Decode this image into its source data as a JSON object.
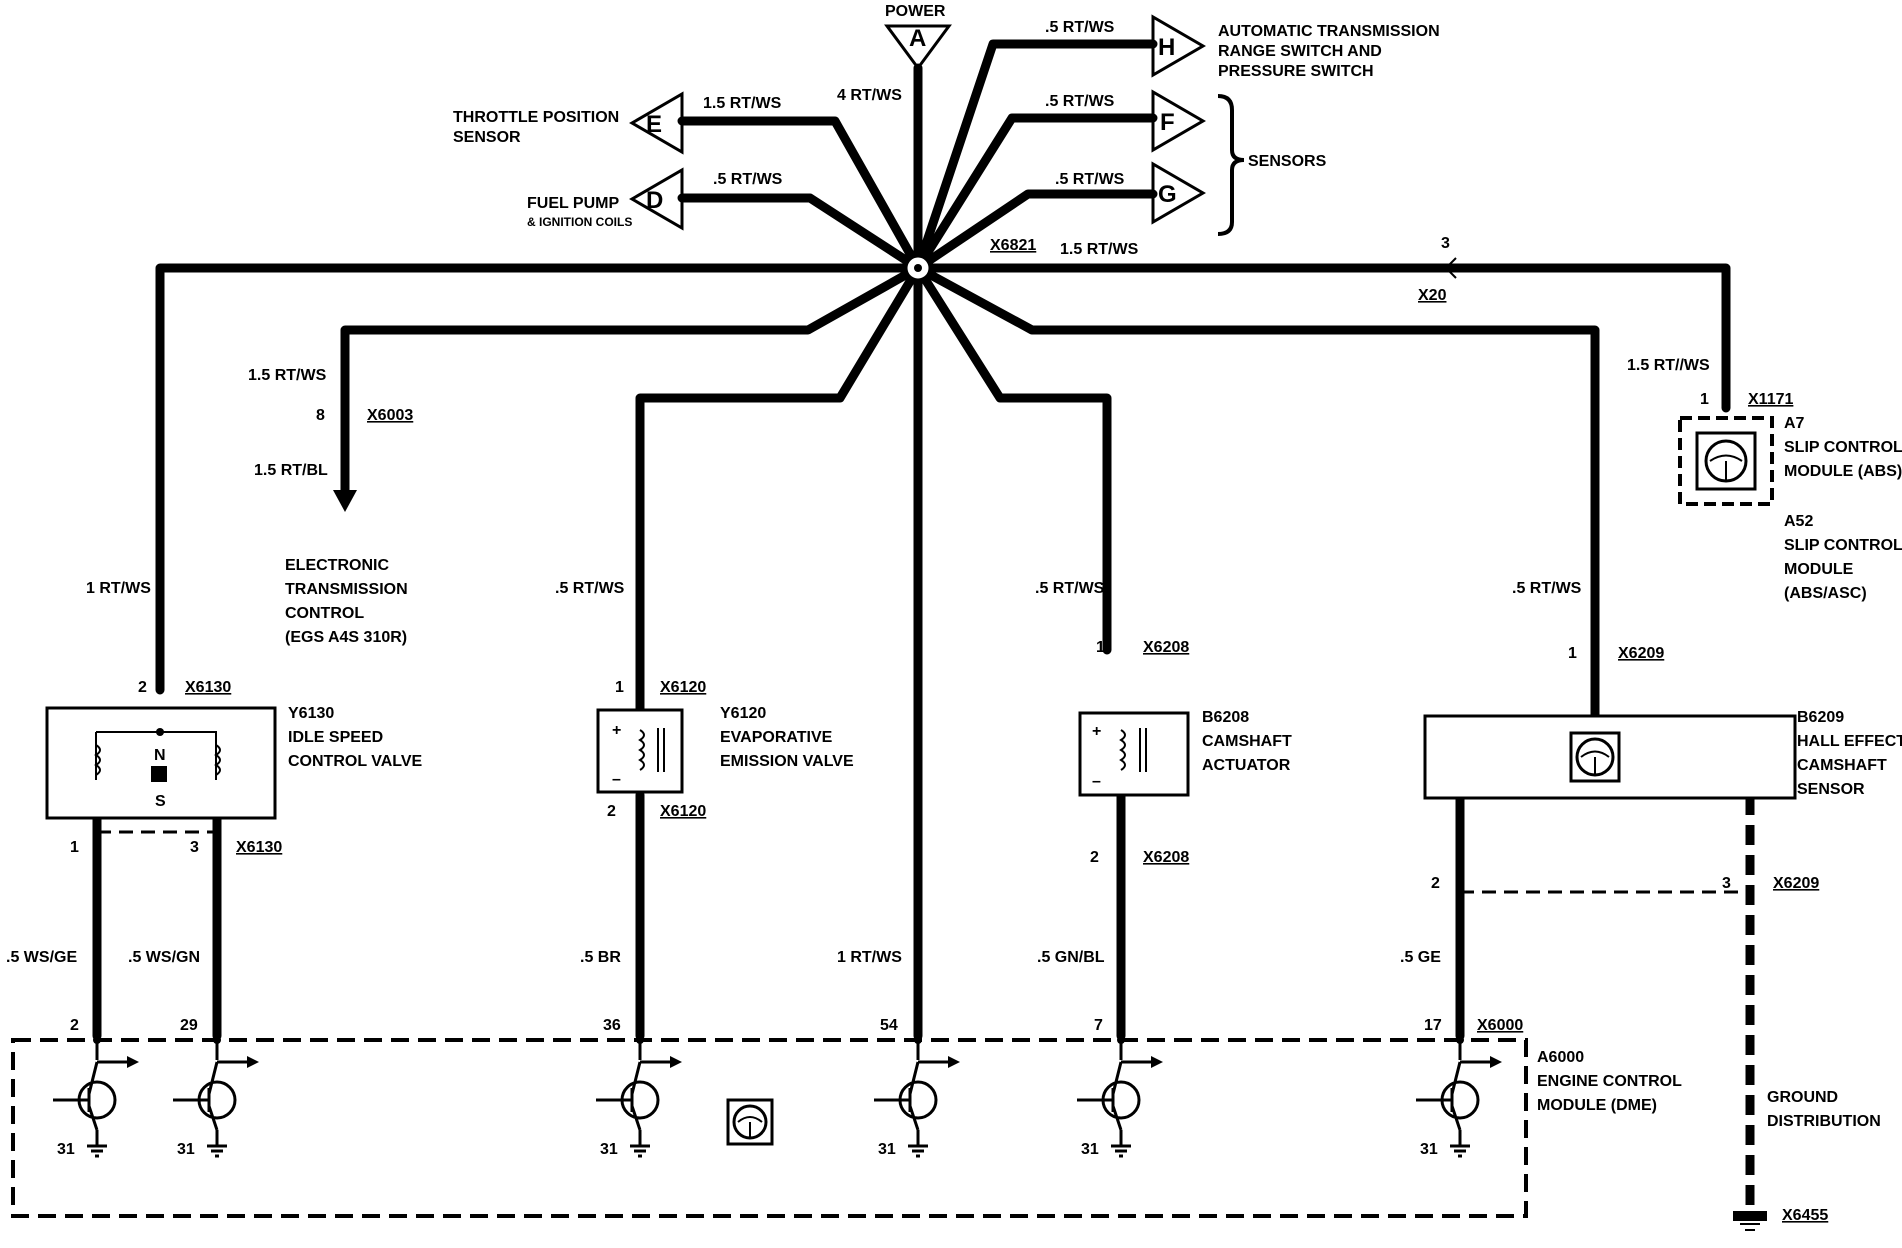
{
  "terminals": {
    "power": {
      "letter": "A",
      "label": "POWER",
      "wire": "4 RT/WS"
    },
    "h": {
      "letter": "H",
      "wire": ".5 RT/WS",
      "desc1": "AUTOMATIC TRANSMISSION",
      "desc2": "RANGE SWITCH AND",
      "desc3": "PRESSURE SWITCH"
    },
    "f": {
      "letter": "F",
      "wire": ".5 RT/WS"
    },
    "g": {
      "letter": "G",
      "wire": ".5 RT/WS"
    },
    "e": {
      "letter": "E",
      "wire": "1.5 RT/WS",
      "desc1": "THROTTLE POSITION",
      "desc2": "SENSOR"
    },
    "d": {
      "letter": "D",
      "wire": ".5 RT/WS",
      "desc1": "FUEL PUMP",
      "desc2": "& IGNITION COILS"
    },
    "sensors": "SENSORS"
  },
  "splice": {
    "id": "X6821",
    "wire": "1.5 RT/WS"
  },
  "abs": {
    "pin_x20": "3",
    "conn_x20": "X20",
    "wire": "1.5 RT//WS",
    "pin": "1",
    "conn": "X1171",
    "a7": "A7",
    "a7_l1": "SLIP CONTROL",
    "a7_l2": "MODULE (ABS)",
    "a52": "A52",
    "a52_l1": "SLIP CONTROL",
    "a52_l2": "MODULE",
    "a52_l3": "(ABS/ASC)"
  },
  "egs": {
    "wire_top": "1.5 RT/WS",
    "pin": "8",
    "conn": "X6003",
    "wire_bottom": "1.5 RT/BL",
    "l1": "ELECTRONIC",
    "l2": "TRANSMISSION",
    "l3": "CONTROL",
    "l4": "(EGS A4S 310R)"
  },
  "idle": {
    "wire_top": "1 RT/WS",
    "pin_top": "2",
    "conn_top": "X6130",
    "id": "Y6130",
    "l1": "IDLE SPEED",
    "l2": "CONTROL VALVE",
    "n": "N",
    "s": "S",
    "pin_b1": "1",
    "pin_b3": "3",
    "conn_bottom": "X6130",
    "wire_b1": ".5 WS/GE",
    "wire_b3": ".5 WS/GN",
    "ecm_pin1": "2",
    "ecm_pin2": "29"
  },
  "evap": {
    "wire_top": ".5 RT/WS",
    "pin_top": "1",
    "conn_top": "X6120",
    "id": "Y6120",
    "l1": "EVAPORATIVE",
    "l2": "EMISSION VALVE",
    "plus": "+",
    "minus": "–",
    "pin_bottom": "2",
    "conn_bottom": "X6120",
    "wire_bottom": ".5 BR",
    "ecm_pin": "36"
  },
  "center": {
    "wire": "1 RT/WS",
    "ecm_pin": "54"
  },
  "cam": {
    "wire_top": ".5 RT/WS",
    "pin_top": "1",
    "conn_top": "X6208",
    "id": "B6208",
    "l1": "CAMSHAFT",
    "l2": "ACTUATOR",
    "plus": "+",
    "minus": "–",
    "pin_bottom": "2",
    "conn_bottom": "X6208",
    "wire_bottom": ".5 GN/BL",
    "ecm_pin": "7"
  },
  "hall": {
    "wire_top": ".5 RT/WS",
    "pin_top": "1",
    "conn_top": "X6209",
    "id": "B6209",
    "l1": "HALL EFFECT",
    "l2": "CAMSHAFT",
    "l3": "SENSOR",
    "pin_b2": "2",
    "pin_b3": "3",
    "conn_bottom": "X6209",
    "wire_bottom": ".5 GE",
    "ecm_pin": "17",
    "ecm_conn": "X6000"
  },
  "ecm": {
    "id": "A6000",
    "l1": "ENGINE CONTROL",
    "l2": "MODULE (DME)",
    "ground_pin": "31"
  },
  "ground": {
    "l1": "GROUND",
    "l2": "DISTRIBUTION",
    "conn": "X6455"
  }
}
